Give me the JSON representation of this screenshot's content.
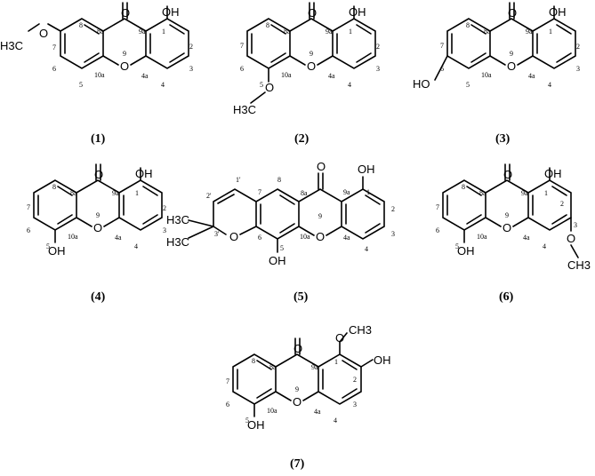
{
  "figure": {
    "compounds": [
      {
        "id": "1",
        "caption": "(1)",
        "atoms": [
          {
            "text": "OH"
          },
          {
            "text": "O"
          },
          {
            "text": "O"
          },
          {
            "text": "H3C"
          },
          {
            "text": "O"
          }
        ],
        "numbers": [
          "8",
          "9",
          "9a",
          "1",
          "2",
          "3",
          "4",
          "4a",
          "10a",
          "5",
          "6",
          "7",
          "8a"
        ]
      },
      {
        "id": "2",
        "caption": "(2)",
        "atoms": [
          {
            "text": "OH"
          },
          {
            "text": "O"
          },
          {
            "text": "O"
          },
          {
            "text": "O"
          },
          {
            "text": "H3C"
          }
        ],
        "numbers": [
          "8",
          "7",
          "6",
          "5",
          "8a",
          "9",
          "9a",
          "1",
          "2",
          "3",
          "4",
          "4a",
          "10a"
        ]
      },
      {
        "id": "3",
        "caption": "(3)",
        "atoms": [
          {
            "text": "OH"
          },
          {
            "text": "O"
          },
          {
            "text": "O"
          },
          {
            "text": "HO"
          }
        ],
        "numbers": [
          "8",
          "7",
          "6",
          "5",
          "8a",
          "9",
          "9a",
          "1",
          "2",
          "3",
          "4",
          "4a",
          "10a"
        ]
      },
      {
        "id": "4",
        "caption": "(4)",
        "atoms": [
          {
            "text": "OH"
          },
          {
            "text": "O"
          },
          {
            "text": "O"
          },
          {
            "text": "OH"
          }
        ],
        "numbers": [
          "8",
          "7",
          "6",
          "5",
          "8a",
          "9",
          "9a",
          "1",
          "2",
          "3",
          "4",
          "4a",
          "10a"
        ]
      },
      {
        "id": "5",
        "caption": "(5)",
        "atoms": [
          {
            "text": "OH"
          },
          {
            "text": "O"
          },
          {
            "text": "O"
          },
          {
            "text": "O"
          },
          {
            "text": "OH"
          },
          {
            "text": "H3C"
          },
          {
            "text": "H3C"
          }
        ],
        "numbers": [
          "1'",
          "2'",
          "3'",
          "7",
          "8",
          "8a",
          "9",
          "9a",
          "1",
          "2",
          "3",
          "4",
          "4a",
          "10a",
          "5",
          "6"
        ]
      },
      {
        "id": "6",
        "caption": "(6)",
        "atoms": [
          {
            "text": "OH"
          },
          {
            "text": "O"
          },
          {
            "text": "O"
          },
          {
            "text": "OH"
          },
          {
            "text": "O"
          },
          {
            "text": "CH3"
          }
        ],
        "numbers": [
          "8",
          "7",
          "6",
          "5",
          "8a",
          "9",
          "9a",
          "1",
          "2",
          "3",
          "4",
          "4a",
          "10a"
        ]
      },
      {
        "id": "7",
        "caption": "(7)",
        "atoms": [
          {
            "text": "O"
          },
          {
            "text": "CH3"
          },
          {
            "text": "OH"
          },
          {
            "text": "O"
          },
          {
            "text": "O"
          },
          {
            "text": "OH"
          }
        ],
        "numbers": [
          "8",
          "7",
          "6",
          "5",
          "8a",
          "9",
          "9a",
          "1",
          "2",
          "3",
          "4",
          "4a",
          "10a"
        ]
      }
    ]
  }
}
